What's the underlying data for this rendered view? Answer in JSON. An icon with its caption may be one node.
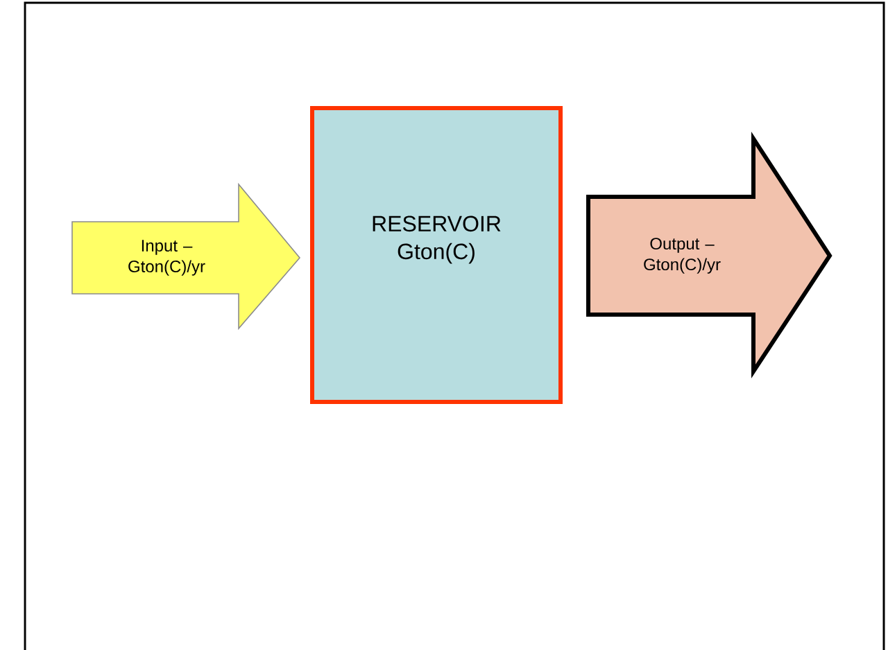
{
  "diagram": {
    "nodes": [
      {
        "text": [
          "Input – Gton(C)/yr"
        ]
      },
      {
        "text": [
          "RESERVOIR Gton(C)"
        ]
      },
      {
        "text": [
          "Output – Gton(C)/yr"
        ]
      }
    ]
  }
}
